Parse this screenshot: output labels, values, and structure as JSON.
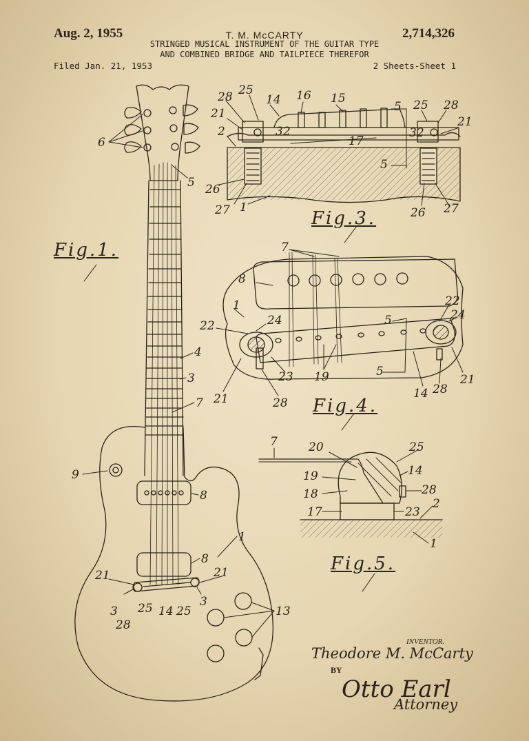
{
  "header": {
    "date": "Aug. 2, 1955",
    "inventor": "T. M. McCARTY",
    "patent_number": "2,714,326",
    "title_line1": "STRINGED MUSICAL INSTRUMENT OF THE GUITAR TYPE",
    "title_line2": "AND COMBINED BRIDGE AND TAILPIECE THEREFOR",
    "filed": "Filed Jan. 21, 1953",
    "sheets": "2 Sheets-Sheet 1"
  },
  "figures": {
    "fig1": {
      "caption": "Fig.1.",
      "labels": [
        "6",
        "5",
        "4",
        "3",
        "7",
        "9",
        "8",
        "8",
        "1",
        "21",
        "21",
        "3",
        "3",
        "25",
        "14",
        "25",
        "28",
        "13"
      ]
    },
    "fig3": {
      "caption": "Fig.3.",
      "labels": [
        "28",
        "25",
        "14",
        "16",
        "15",
        "5",
        "25",
        "28",
        "21",
        "32",
        "32",
        "21",
        "2",
        "17",
        "5",
        "26",
        "27",
        "1",
        "26",
        "27"
      ]
    },
    "fig4": {
      "caption": "Fig.4.",
      "labels": [
        "7",
        "8",
        "1",
        "22",
        "24",
        "22",
        "24",
        "5",
        "23",
        "19",
        "5",
        "14",
        "28",
        "21",
        "21",
        "28"
      ]
    },
    "fig5": {
      "caption": "Fig.5.",
      "labels": [
        "7",
        "20",
        "25",
        "14",
        "19",
        "18",
        "28",
        "17",
        "23",
        "2",
        "1"
      ]
    }
  },
  "signature": {
    "inventor_label": "INVENTOR.",
    "inventor_signature": "Theodore M. McCarty",
    "by": "BY",
    "attorney_signature": "Otto Earl",
    "attorney_role": "Attorney"
  },
  "colors": {
    "paper": "#e8dab8",
    "ink": "#2a231b"
  }
}
